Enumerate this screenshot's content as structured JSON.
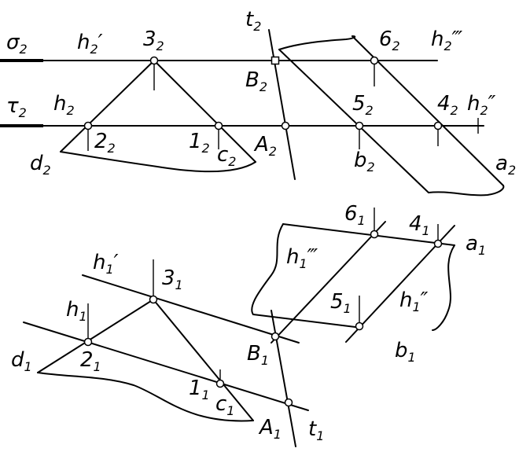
{
  "labels": {
    "sigma2": {
      "m": "σ",
      "s": "2"
    },
    "tau2": {
      "m": "τ",
      "s": "2"
    },
    "h2prime": {
      "m": "h",
      "s": "2",
      "p": "′"
    },
    "h2": {
      "m": "h",
      "s": "2"
    },
    "h2triple": {
      "m": "h",
      "s": "2",
      "p": "‴"
    },
    "h2double": {
      "m": "h",
      "s": "2",
      "p": "″"
    },
    "p3_2": {
      "m": "3",
      "s": "2"
    },
    "p2_2": {
      "m": "2",
      "s": "2"
    },
    "p1_2": {
      "m": "1",
      "s": "2"
    },
    "c2": {
      "m": "c",
      "s": "2"
    },
    "d2": {
      "m": "d",
      "s": "2"
    },
    "t2": {
      "m": "t",
      "s": "2"
    },
    "B2": {
      "m": "B",
      "s": "2"
    },
    "A2": {
      "m": "A",
      "s": "2"
    },
    "p6_2": {
      "m": "6",
      "s": "2"
    },
    "p5_2": {
      "m": "5",
      "s": "2"
    },
    "p4_2": {
      "m": "4",
      "s": "2"
    },
    "b2": {
      "m": "b",
      "s": "2"
    },
    "a2": {
      "m": "a",
      "s": "2"
    },
    "h1prime": {
      "m": "h",
      "s": "1",
      "p": "′"
    },
    "h1": {
      "m": "h",
      "s": "1"
    },
    "p3_1": {
      "m": "3",
      "s": "1"
    },
    "d1": {
      "m": "d",
      "s": "1"
    },
    "p2_1": {
      "m": "2",
      "s": "1"
    },
    "p1_1": {
      "m": "1",
      "s": "1"
    },
    "c1": {
      "m": "c",
      "s": "1"
    },
    "B1": {
      "m": "B",
      "s": "1"
    },
    "A1": {
      "m": "A",
      "s": "1"
    },
    "t1": {
      "m": "t",
      "s": "1"
    },
    "p6_1": {
      "m": "6",
      "s": "1"
    },
    "p4_1": {
      "m": "4",
      "s": "1"
    },
    "a1": {
      "m": "a",
      "s": "1"
    },
    "h1triple": {
      "m": "h",
      "s": "1",
      "p": "‴"
    },
    "p5_1": {
      "m": "5",
      "s": "1"
    },
    "h1double": {
      "m": "h",
      "s": "1",
      "p": "″"
    },
    "b1": {
      "m": "b",
      "s": "1"
    }
  }
}
